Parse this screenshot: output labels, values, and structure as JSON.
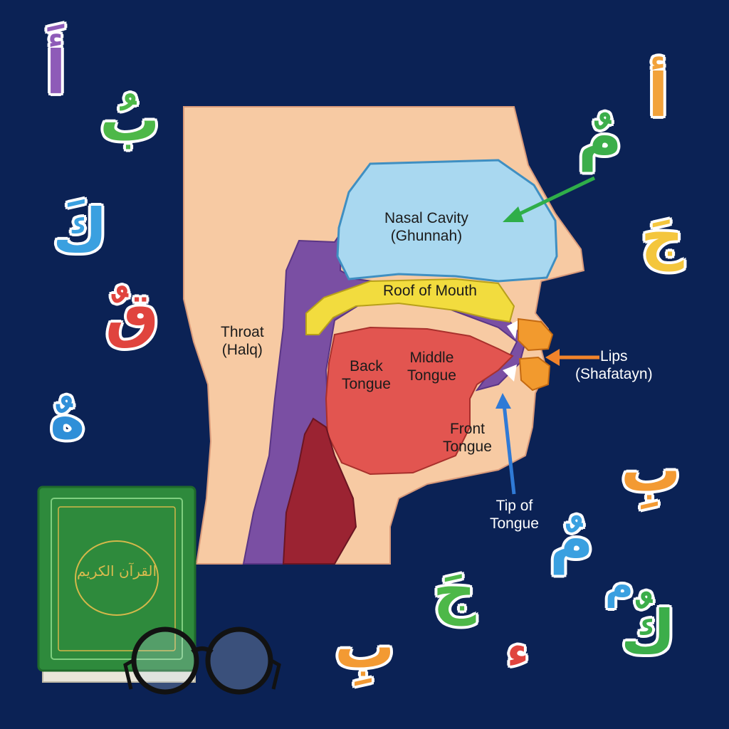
{
  "diagram": {
    "labels": {
      "nasal": {
        "line1": "Nasal Cavity",
        "line2": "(Ghunnah)"
      },
      "roof": {
        "line1": "Roof of Mouth"
      },
      "throat": {
        "line1": "Throat",
        "line2": "(Halq)"
      },
      "back": {
        "line1": "Back",
        "line2": "Tongue"
      },
      "middle": {
        "line1": "Middle",
        "line2": "Tongue"
      },
      "front": {
        "line1": "Front",
        "line2": "Tongue"
      },
      "lips": {
        "line1": "Lips",
        "line2": "(Shafatayn)"
      },
      "tip": {
        "line1": "Tip of",
        "line2": "Tongue"
      }
    },
    "colors": {
      "background": "#0b2255",
      "skin": "#f7caa3",
      "nasal": "#a9d8f0",
      "roof": "#f2dc3e",
      "throat": "#7a4fa3",
      "tongue": "#e25550",
      "windpipe": "#9b2332",
      "lips": "#f29a2e",
      "arrow_green": "#2fae49",
      "arrow_orange": "#f2842a",
      "arrow_blue": "#2f7ad6"
    }
  },
  "letters": [
    {
      "char": "أَ",
      "color": "#8e5bb8"
    },
    {
      "char": "بُ",
      "color": "#4db848"
    },
    {
      "char": "كَ",
      "color": "#3aa0e0"
    },
    {
      "char": "قٌ",
      "color": "#e0443e"
    },
    {
      "char": "هٌ",
      "color": "#2f8fd8"
    },
    {
      "char": "أ",
      "color": "#f2a23a"
    },
    {
      "char": "مٌ",
      "color": "#3cae4a"
    },
    {
      "char": "جَ",
      "color": "#f4c63d"
    },
    {
      "char": "بِ",
      "color": "#f39a33"
    },
    {
      "char": "مٌ",
      "color": "#3aa0e0"
    },
    {
      "char": "م",
      "color": "#3aa0e0"
    },
    {
      "char": "كٌ",
      "color": "#3cae4a"
    },
    {
      "char": "جَ",
      "color": "#4db848"
    },
    {
      "char": "ء",
      "color": "#e0443e"
    },
    {
      "char": "بِ",
      "color": "#f39a33"
    }
  ],
  "book": {
    "cover_color": "#2e8a3c",
    "emblem": "القرآن الكريم"
  },
  "icons": [
    "quran-book-icon",
    "eyeglasses-icon"
  ]
}
